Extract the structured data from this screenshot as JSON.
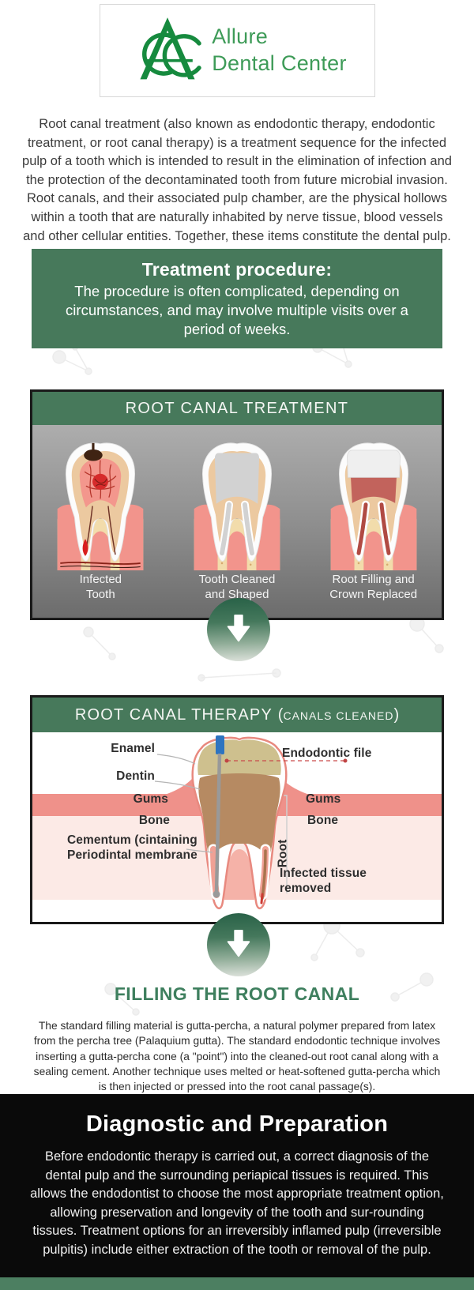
{
  "logo": {
    "line1": "Allure",
    "line2": "Dental Center"
  },
  "intro": "Root canal treatment (also known as endodontic therapy, endodontic treatment, or root canal therapy) is a treatment sequence for the infected pulp of a tooth which is intended to result in the elimination of infection and the protection of the decontaminated tooth from future microbial invasion. Root canals, and their associated pulp chamber, are the physical hollows within a tooth that are naturally inhabited by nerve tissue, blood vessels and other cellular entities. Together, these items constitute the dental pulp.",
  "treatment_box": {
    "title": "Treatment procedure:",
    "body": "The procedure is often complicated, depending on circumstances, and may involve multiple visits over a period of weeks."
  },
  "diagram1": {
    "title": "ROOT CANAL TREATMENT",
    "stages": [
      {
        "line1": "Infected",
        "line2": "Tooth"
      },
      {
        "line1": "Tooth Cleaned",
        "line2": "and Shaped"
      },
      {
        "line1": "Root Filling and",
        "line2": "Crown Replaced"
      }
    ]
  },
  "diagram2": {
    "title": "ROOT CANAL THERAPY",
    "subtitle_open": "(",
    "subtitle": "CANALS CLEANED",
    "subtitle_close": ")",
    "labels": {
      "enamel": "Enamel",
      "dentin": "Dentin",
      "gums_left": "Gums",
      "bone_left": "Bone",
      "cementum": "Cementum (cintaining Periodintal membrane",
      "endodontic_file": "Endodontic file",
      "gums_right": "Gums",
      "bone_right": "Bone",
      "root": "Root",
      "infected_tissue": "Infected tissue removed"
    }
  },
  "filling": {
    "title": "FILLING THE ROOT CANAL",
    "body": "The standard filling material is gutta-percha, a natural polymer prepared from latex from the percha tree (Palaquium gutta). The standard endodontic technique involves inserting a gutta-percha cone (a \"point\") into the cleaned-out root canal along with a sealing cement. Another technique uses melted or heat-softened gutta-percha which is then injected or pressed into the root canal passage(s)."
  },
  "diagnostic": {
    "title": "Diagnostic and Preparation",
    "body": "Before endodontic therapy is carried out, a correct diagnosis of the dental pulp and the surrounding periapical tissues is required. This allows the endodontist to choose the most appropriate treatment option, allowing preservation and longevity of the tooth and sur-rounding tissues. Treatment options for an irreversibly inflamed pulp (irreversible pulpitis) include either extraction of the tooth or removal of the pulp."
  },
  "colors": {
    "brand_green": "#3E9B58",
    "sage_green": "#47795B",
    "heading_green": "#3E7F5E",
    "black_section": "#0A0A0A",
    "footer_green": "#4C7F61"
  }
}
